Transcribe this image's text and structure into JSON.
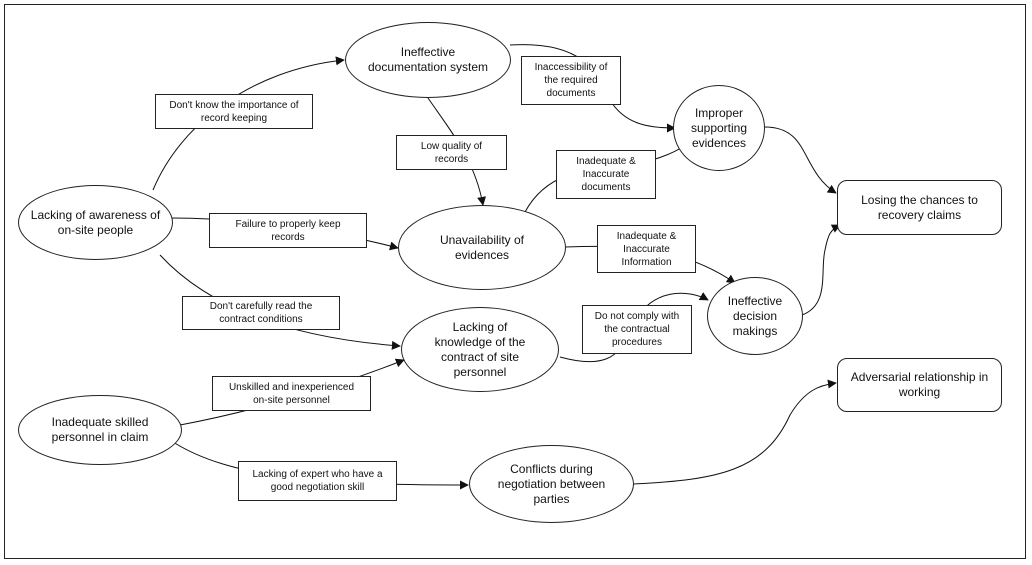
{
  "diagram": {
    "nodes": {
      "ineffective_documentation": "Ineffective\ndocumentation system",
      "lacking_awareness": "Lacking of awareness of\non-site people",
      "unavailability_evidences": "Unavailability of\nevidences",
      "improper_supporting": "Improper\nsupporting\nevidences",
      "losing_chances": "Losing the chances to\nrecovery claims",
      "ineffective_decision": "Ineffective\ndecision\nmakings",
      "lacking_knowledge": "Lacking of\nknowledge of the\ncontract of site\npersonnel",
      "inadequate_skilled": "Inadequate skilled\npersonnel in claim",
      "adversarial": "Adversarial relationship in\nworking",
      "conflicts": "Conflicts during\nnegotiation between\nparties"
    },
    "labels": {
      "dont_know_importance": "Don't know the importance of\nrecord keeping",
      "inaccessibility": "Inaccessibility of\nthe required\ndocuments",
      "low_quality": "Low quality of\nrecords",
      "inadequate_documents": "Inadequate &\nInaccurate\ndocuments",
      "failure_keep": "Failure to properly keep\nrecords",
      "inadequate_information": "Inadequate &\nInaccurate\nInformation",
      "dont_read_contract": "Don't carefully read the\ncontract conditions",
      "do_not_comply": "Do not comply with\nthe contractual\nprocedures",
      "unskilled": "Unskilled and inexperienced\non-site personnel",
      "lacking_expert": "Lacking of expert who have a\ngood negotiation skill"
    }
  }
}
